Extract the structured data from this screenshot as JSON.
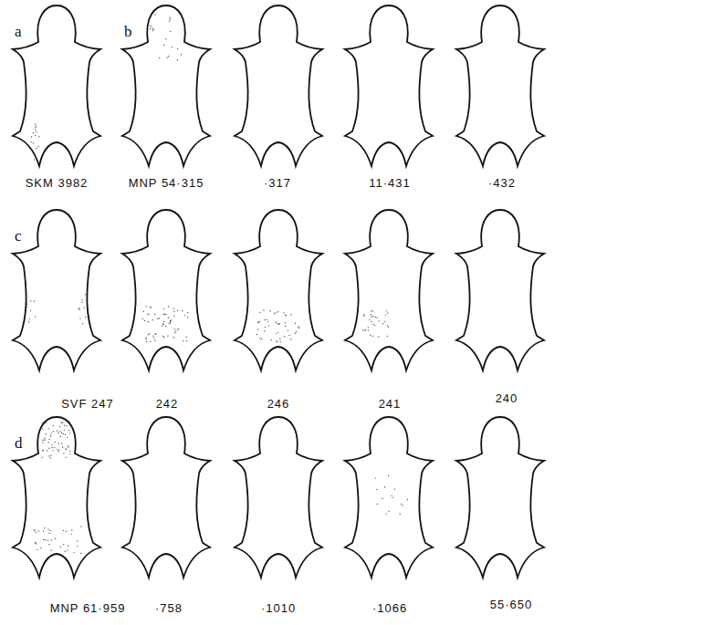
{
  "diagram": {
    "nodes": [
      {
        "text": [
          "a"
        ]
      },
      {
        "text": [
          "b"
        ]
      },
      {
        "text": [
          "c"
        ]
      },
      {
        "text": [
          "d"
        ]
      }
    ],
    "labels": [
      "SKM 3982",
      "MNP 54·315",
      "·317",
      "11·431",
      "·432",
      "SVF 247",
      "242",
      "246",
      "241",
      "240",
      "MNP 61·959",
      "·758",
      "·1010",
      "·1066",
      "55·650"
    ]
  }
}
